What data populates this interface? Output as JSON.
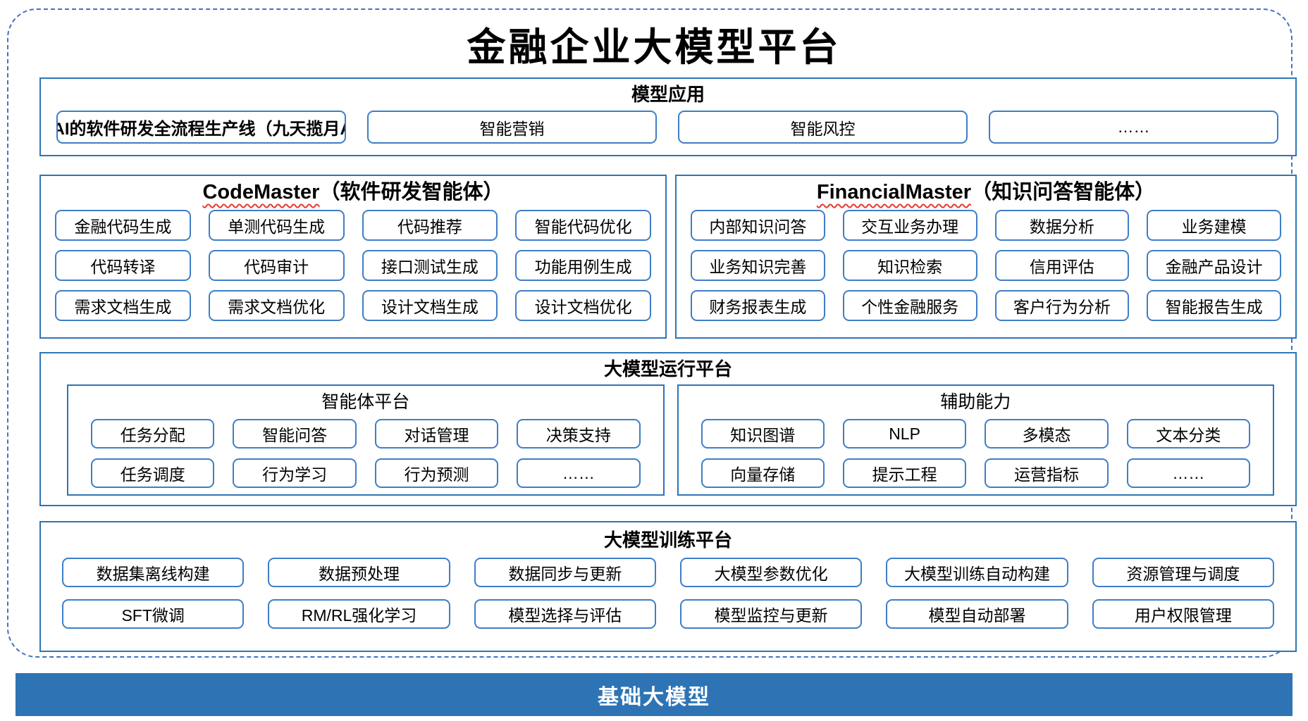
{
  "title": "金融企业大模型平台",
  "model_app": {
    "header": "模型应用",
    "pipeline": "基于AI的软件研发全流程生产线（九天揽月AI+）",
    "items": [
      "智能营销",
      "智能风控",
      "……"
    ]
  },
  "code_master": {
    "name_en": "CodeMaster",
    "name_suffix": "（软件研发智能体）",
    "items": [
      "金融代码生成",
      "单测代码生成",
      "代码推荐",
      "智能代码优化",
      "代码转译",
      "代码审计",
      "接口测试生成",
      "功能用例生成",
      "需求文档生成",
      "需求文档优化",
      "设计文档生成",
      "设计文档优化"
    ]
  },
  "financial_master": {
    "name_en": "FinancialMaster",
    "name_suffix": "（知识问答智能体）",
    "items": [
      "内部知识问答",
      "交互业务办理",
      "数据分析",
      "业务建模",
      "业务知识完善",
      "知识检索",
      "信用评估",
      "金融产品设计",
      "财务报表生成",
      "个性金融服务",
      "客户行为分析",
      "智能报告生成"
    ]
  },
  "runtime": {
    "header": "大模型运行平台",
    "agent_platform": {
      "header": "智能体平台",
      "items": [
        "任务分配",
        "智能问答",
        "对话管理",
        "决策支持",
        "任务调度",
        "行为学习",
        "行为预测",
        "……"
      ]
    },
    "aux_capability": {
      "header": "辅助能力",
      "items": [
        "知识图谱",
        "NLP",
        "多模态",
        "文本分类",
        "向量存储",
        "提示工程",
        "运营指标",
        "……"
      ]
    }
  },
  "training": {
    "header": "大模型训练平台",
    "items": [
      "数据集离线构建",
      "数据预处理",
      "数据同步与更新",
      "大模型参数优化",
      "大模型训练自动构建",
      "资源管理与调度",
      "SFT微调",
      "RM/RL强化学习",
      "模型选择与评估",
      "模型监控与更新",
      "模型自动部署",
      "用户权限管理"
    ]
  },
  "base_model": {
    "label": "基础大模型"
  },
  "colors": {
    "outer_dashed_border": "#4472C4",
    "section_border": "#2E75B6",
    "item_border": "#3E7EC6",
    "base_bar_bg": "#2E74B5",
    "base_bar_text": "#FFFFFF",
    "wavy_underline": "#E73B2F"
  }
}
